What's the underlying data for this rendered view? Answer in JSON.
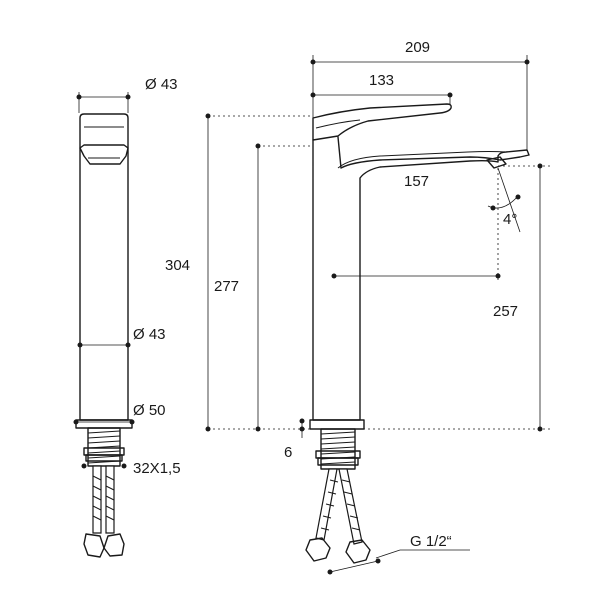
{
  "side_view": {
    "top_diameter": "Ø 43",
    "body_diameter": "Ø 43",
    "base_diameter": "Ø 50",
    "thread": "32X1,5",
    "height": "304"
  },
  "front_view": {
    "total_reach": "209",
    "handle_length": "133",
    "spout_length": "157",
    "spout_angle": "4°",
    "inner_height": "277",
    "spout_height": "257",
    "base_offset": "6",
    "connection": "G 1/2“"
  }
}
